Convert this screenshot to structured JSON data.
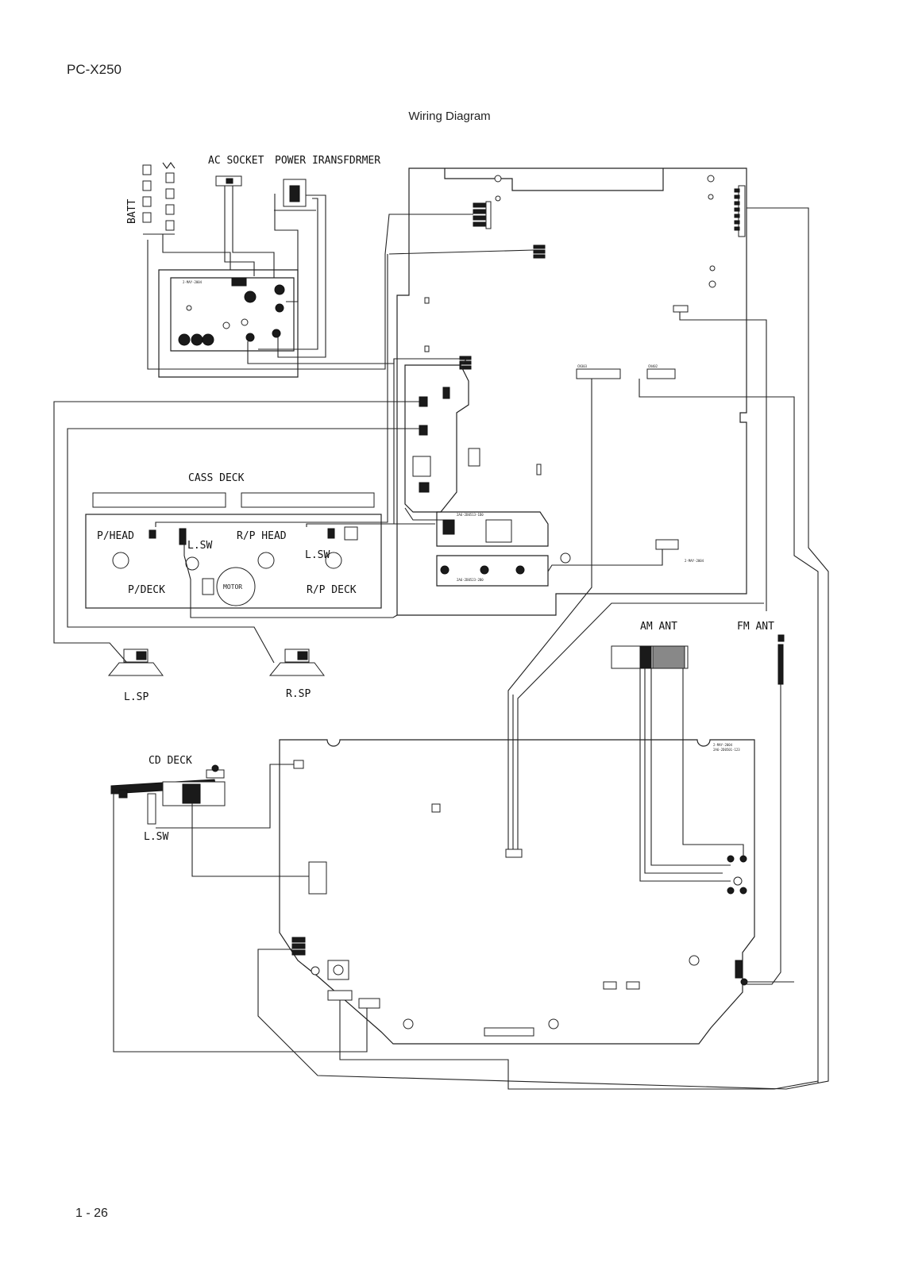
{
  "header": {
    "model": "PC-X250"
  },
  "title": "Wiring Diagram",
  "footer": {
    "page_number": "1 - 26"
  },
  "labels": {
    "ac_socket": "AC SOCKET",
    "power_transformer": "POWER IRANSFDRMER",
    "batt": "BATT",
    "cass_deck": "CASS DECK",
    "p_head": "P/HEAD",
    "rp_head": "R/P HEAD",
    "lsw_left": "L.SW",
    "lsw_right": "L.SW",
    "p_deck": "P/DECK",
    "rp_deck": "R/P DECK",
    "motor": "MOTOR",
    "l_sp": "L.SP",
    "r_sp": "R.SP",
    "am_ant": "AM ANT",
    "fm_ant": "FM ANT",
    "cd_deck": "CD DECK",
    "cd_lsw": "L.SW"
  }
}
